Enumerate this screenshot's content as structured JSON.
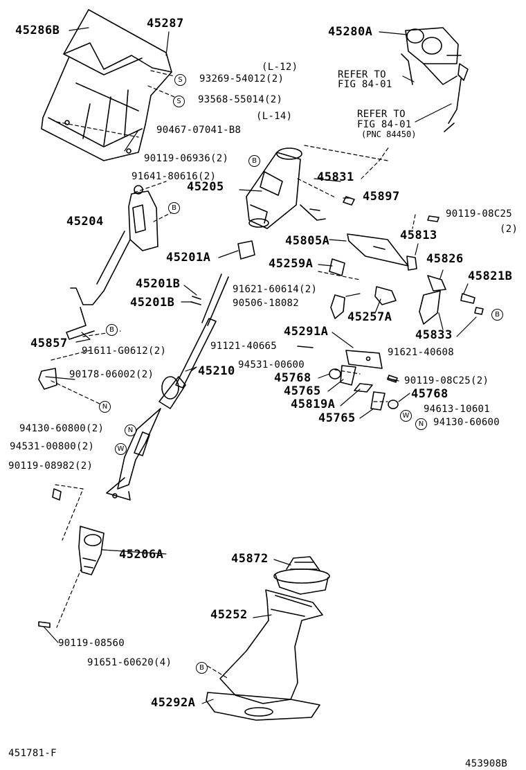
{
  "parts": {
    "p45286B": "45286B",
    "p45287": "45287",
    "p45280A": "45280A",
    "p93269": "93269-54012(2)",
    "p93568": "93568-55014(2)",
    "l12": "(L-12)",
    "l14": "(L-14)",
    "refer1a": "REFER TO",
    "refer1b": "FIG 84-01",
    "refer2a": "REFER TO",
    "refer2b": "FIG 84-01",
    "refer2c": "(PNC 84450)",
    "p90467": "90467-07041-B8",
    "p90119_06936": "90119-06936(2)",
    "p91641": "91641-80616(2)",
    "p45205": "45205",
    "p45831": "45831",
    "p45897": "45897",
    "p90119_08C25a": "90119-08C25",
    "qty2": "(2)",
    "p45204": "45204",
    "p45805A": "45805A",
    "p45813": "45813",
    "p45201A": "45201A",
    "p45259A": "45259A",
    "p45826": "45826",
    "p45201Ba": "45201B",
    "p45201Bb": "45201B",
    "p91621_60614": "91621-60614(2)",
    "p90506": "90506-18082",
    "p45821B": "45821B",
    "p45257A": "45257A",
    "p45833": "45833",
    "p45857": "45857",
    "p91611": "91611-G0612(2)",
    "p45291A": "45291A",
    "p91121": "91121-40665",
    "p91621_40608": "91621-40608",
    "p94531_00600": "94531-00600",
    "p90178": "90178-06002(2)",
    "p45210": "45210",
    "p45768a": "45768",
    "p90119_08C25b": "90119-08C25(2)",
    "p45765a": "45765",
    "p45768b": "45768",
    "p45819A": "45819A",
    "p94613": "94613-10601",
    "p45765b": "45765",
    "p94130_60600": "94130-60600",
    "p94130_60800": "94130-60800(2)",
    "p94531_00800": "94531-00800(2)",
    "p90119_08982": "90119-08982(2)",
    "p45206A": "45206A",
    "p45872": "45872",
    "p45252": "45252",
    "p90119_08560": "90119-08560",
    "p91651": "91651-60620(4)",
    "p45292A": "45292A",
    "code_left": "451781-F",
    "code_right": "453908B"
  },
  "markers": {
    "S": "S",
    "B": "B",
    "N": "N",
    "W": "W"
  }
}
